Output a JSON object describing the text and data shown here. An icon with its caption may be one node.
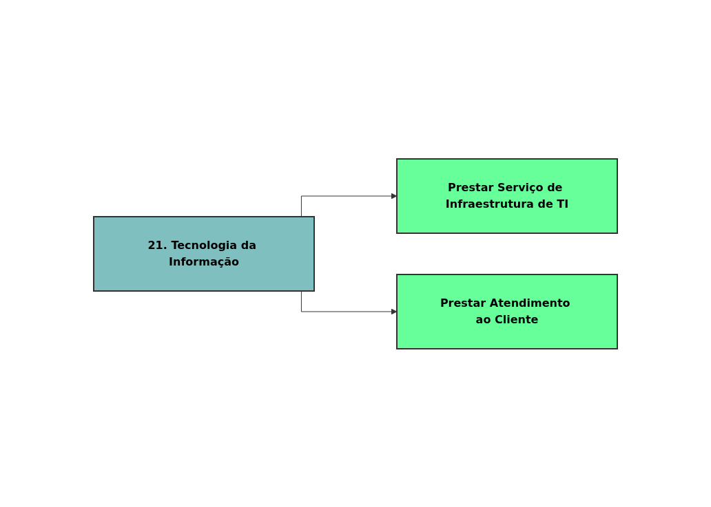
{
  "diagram": {
    "nodes": [
      {
        "text": [
          "21. Tecnologia da Informação"
        ]
      },
      {
        "text": [
          "Prestar Serviço de Infraestrutura de TI"
        ]
      },
      {
        "text": [
          "Prestar Atendimento ao Cliente"
        ]
      }
    ],
    "edges": [
      {
        "from": 0,
        "to": 1,
        "arrow": "to"
      },
      {
        "from": 0,
        "to": 2,
        "arrow": "to"
      }
    ]
  }
}
